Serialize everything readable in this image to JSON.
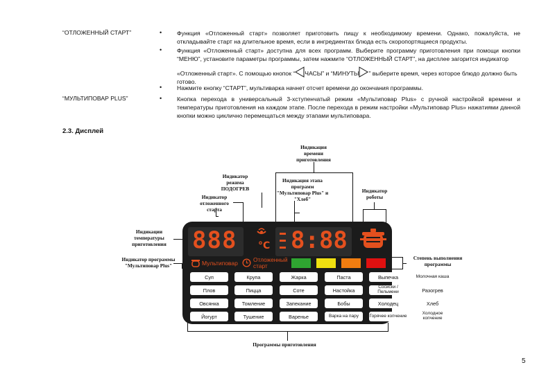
{
  "rows": [
    {
      "term": "“ОТЛОЖЕННЫЙ СТАРТ”",
      "bullets": [
        "Функция «Отложенный старт» позволяет приготовить пищу к необходимому времени. Однако, пожалуйста, не откладывайте старт на длительное время, если в ингредиентах блюда есть скоропортящиеся продукты.",
        "Функция «Отложенный старт» доступна для всех программ. Выберите программу приготовления при помощи кнопки “МЕНЮ”, установите параметры программы, затем нажмите “ОТЛОЖЕННЫЙ СТАРТ”, на дисплее загорится индикатор",
        "«Отложенный старт». С помощью кнопок “",
        "ЧАСЫ” и “МИНУТЫ",
        "” выберите время, через которое блюдо должно быть готово.",
        "Нажмите кнопку “СТАРТ”, мультиварка начнет отсчет времени до окончания программы."
      ]
    },
    {
      "term": "“МУЛЬТИПОВАР PLUS”",
      "bullets": [
        "Кнопка перехода в универсальный 3-хступенчатый режим «Мультиповар Plus» с ручной настройкой времени и температуры приготовления на каждом этапе. После перехода в режим настройки «Мультиповар Plus» нажатиями данной кнопки можно циклично перемещаться между этапами мультиповара."
      ]
    }
  ],
  "bullet_symbol": "•",
  "section_title": "2.3. Дисплей",
  "annotations": {
    "time_indication": "Индикация времени приготовления",
    "heat_mode": "Индикатор режима ПОДОГРЕВ",
    "stage": "Индикация этапа программ \"Мультиповар Plus\" и \"Хлеб\"",
    "work": "Индикатор роботы",
    "delayed": "Индикатор отложенного старта",
    "temperature": "Индикации температуры приготовления",
    "multicook_program": "Индикатор программы \"Мультиповар Plus\"",
    "progress": "Степень выполнения программы",
    "programs": "Программы приготовления"
  },
  "display": {
    "temp_digits": "888",
    "celsius": "°C",
    "time_digits": "8:88",
    "multicook_label": "Мультиповар",
    "delayed_label_1": "Отложенный",
    "delayed_label_2": "старт",
    "progress_colors": [
      "#2fa531",
      "#f0e010",
      "#f07d10",
      "#e01010"
    ]
  },
  "programs": [
    [
      "Суп",
      "Крупа",
      "Жарка",
      "Паста",
      "Выпечка",
      "Молочная каша"
    ],
    [
      "Плов",
      "Пицца",
      "Соте",
      "Настойка",
      "Сосиски / Пельмени",
      "Разогрев"
    ],
    [
      "Овсянка",
      "Томление",
      "Запекание",
      "Бобы",
      "Холодец",
      "Хлеб"
    ],
    [
      "Йогурт",
      "Тушение",
      "Варенье",
      "Варка на пару",
      "Горячее копчение",
      "Холодное копчение"
    ]
  ],
  "accent_color": "#e4501e",
  "page_number": "5"
}
